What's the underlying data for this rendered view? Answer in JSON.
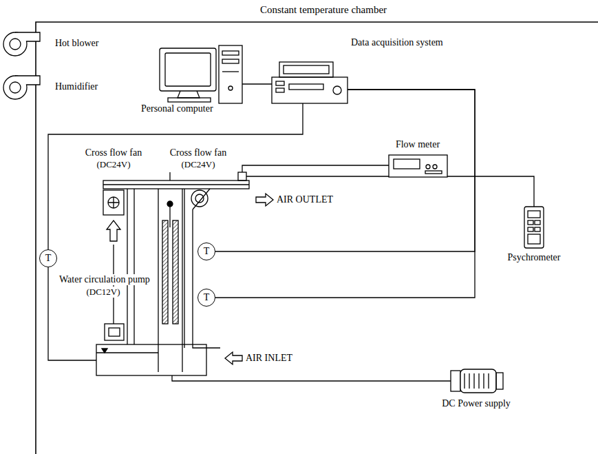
{
  "diagram": {
    "title": "Constant temperature chamber",
    "nodes": [
      {
        "text": [
          "Personal computer"
        ]
      },
      {
        "text": [
          "Data acquisition system"
        ]
      },
      {
        "text": [
          "T"
        ]
      },
      {
        "text": [
          "T"
        ]
      },
      {
        "text": [
          "T"
        ]
      }
    ],
    "edges": [
      {
        "from": 0,
        "to": 1,
        "arrow": "none"
      },
      {
        "from": 1,
        "to": 2,
        "arrow": "none"
      },
      {
        "from": 1,
        "to": 3,
        "arrow": "none"
      },
      {
        "from": 1,
        "to": 4,
        "arrow": "none"
      }
    ],
    "labels": [
      "Hot blower",
      "Humidifier",
      "Cross flow fan",
      "(DC24V)",
      "Cross flow fan",
      "(DC24V)",
      "Flow meter",
      "AIR OUTLET",
      "Psychrometer",
      "Water circulation pump",
      "(DC12V)",
      "AIR INLET",
      "DC Power supply"
    ]
  }
}
